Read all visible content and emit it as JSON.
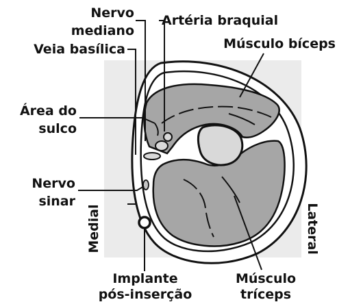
{
  "labels": {
    "nervo_mediano": [
      "Nervo",
      "mediano"
    ],
    "arteria_braquial": "Artéria braquial",
    "veia_basilica": "Veia basílica",
    "musculo_biceps": "Músculo bíceps",
    "area_do_sulco": [
      "Área do",
      "sulco"
    ],
    "nervo_sinar": [
      "Nervo",
      "sinar"
    ],
    "medial": "Medial",
    "lateral": "Lateral",
    "implante": [
      "Implante",
      "pós-inserção"
    ],
    "musculo_triceps": [
      "Músculo",
      "tríceps"
    ]
  },
  "colors": {
    "background_panel": "#ebebeb",
    "tissue_gray": "#a6a6a6",
    "bone_gray": "#d9d9d9",
    "skin_white": "#ffffff",
    "outline": "#111111"
  }
}
